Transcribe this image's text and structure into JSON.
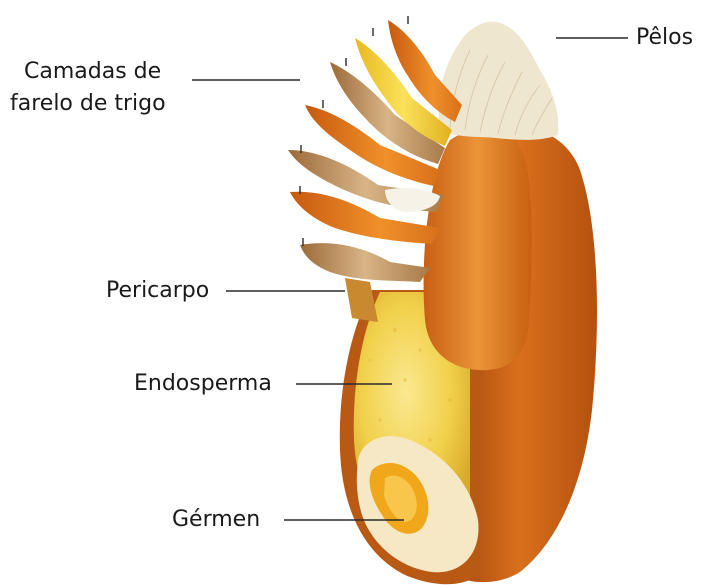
{
  "labels": {
    "bran_line1": "Camadas de",
    "bran_line2": "farelo de trigo",
    "hairs": "Pêlos",
    "pericarp": "Pericarpo",
    "endosperm": "Endosperma",
    "germ": "Gérmen"
  },
  "colors": {
    "hull_dark": "#b8520f",
    "hull_mid": "#d9731c",
    "hull_light": "#ec9a3c",
    "endosperm": "#f0cf48",
    "endosperm_light": "#f7e27a",
    "germ": "#f0a81a",
    "hairs": "#efe6d0",
    "bran_tan": "#c9a77a",
    "bran_yellow": "#f2d23a"
  }
}
